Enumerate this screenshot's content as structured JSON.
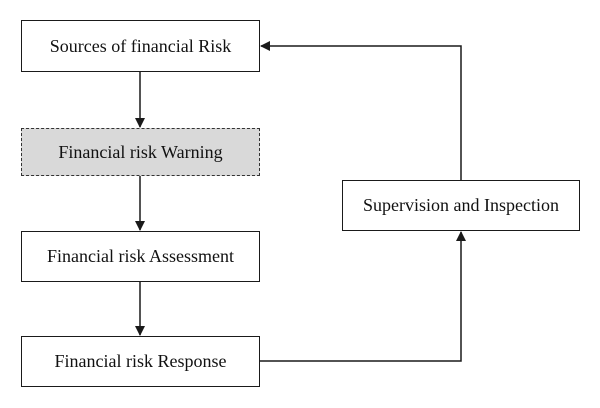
{
  "diagram": {
    "nodes": {
      "sources": "Sources of financial Risk",
      "warning": "Financial risk Warning",
      "assessment": "Financial risk Assessment",
      "response": "Financial risk Response",
      "supervision": "Supervision and Inspection"
    },
    "edges": [
      {
        "from": "sources",
        "to": "warning"
      },
      {
        "from": "warning",
        "to": "assessment"
      },
      {
        "from": "assessment",
        "to": "response"
      },
      {
        "from": "response",
        "to": "supervision"
      },
      {
        "from": "supervision",
        "to": "sources"
      }
    ],
    "colors": {
      "line": "#1a1a1a",
      "highlight_fill": "#d9d9d9"
    }
  }
}
